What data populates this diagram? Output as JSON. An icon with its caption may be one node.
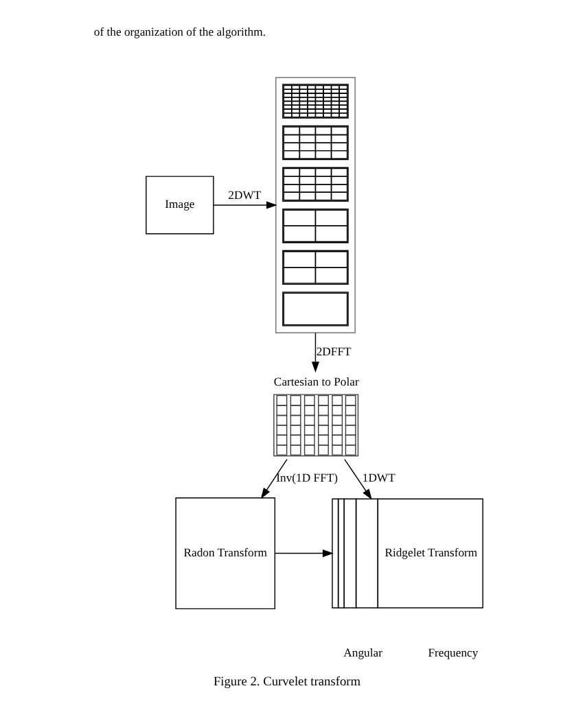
{
  "diagram": {
    "caption": "Figure 2. Curvelet transform",
    "nodes": [
      {
        "text": [
          "Image"
        ]
      },
      {
        "text": [],
        "shape": "picture"
      },
      {
        "text": [
          "Cartesian to Polar"
        ]
      },
      {
        "text": [
          "Radon Transform"
        ]
      },
      {
        "text": [
          "Ridgelet Transform"
        ]
      }
    ],
    "edges": [
      {
        "from": 0,
        "to": 1,
        "arrow": "to",
        "label": "2DWT"
      },
      {
        "from": 1,
        "to": 2,
        "arrow": "to",
        "label": "2DFFT"
      },
      {
        "from": 2,
        "to": 3,
        "arrow": "to",
        "label": "Inv(1D FFT)"
      },
      {
        "from": 2,
        "to": 4,
        "arrow": "to",
        "label": "1DWT"
      },
      {
        "from": 3,
        "to": 4,
        "arrow": "to"
      }
    ],
    "labels": [
      "of the organization of the algorithm.",
      "Angular",
      "Frequency"
    ]
  }
}
